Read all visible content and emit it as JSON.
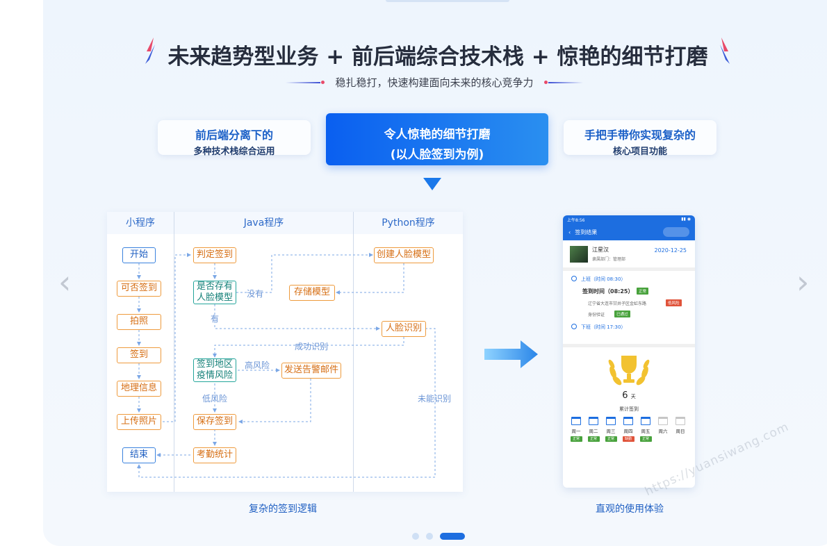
{
  "hero": {
    "headline": "未来趋势型业务 + 前后端综合技术栈 + 惊艳的细节打磨",
    "subtitle": "稳扎稳打，快速构建面向未来的核心竞争力"
  },
  "tabs": [
    {
      "line1": "前后端分离下的",
      "line2": "多种技术栈综合运用",
      "active": false
    },
    {
      "line1": "令人惊艳的细节打磨",
      "line2": "(以人脸签到为例)",
      "active": true
    },
    {
      "line1": "手把手带你实现复杂的",
      "line2": "核心项目功能",
      "active": false
    }
  ],
  "nav": {
    "prev": "‹",
    "next": "›"
  },
  "flowchart": {
    "columns": [
      "小程序",
      "Java程序",
      "Python程序"
    ],
    "miniprogram_nodes": [
      "开始",
      "可否签到",
      "拍照",
      "签到",
      "地理信息",
      "上传照片",
      "结束"
    ],
    "java_nodes": [
      "判定签到",
      "是否存有\n人脸模型",
      "存储模型",
      "签到地区\n疫情风险",
      "发送告警邮件",
      "保存签到",
      "考勤统计"
    ],
    "python_nodes": [
      "创建人脸模型",
      "人脸识别"
    ],
    "edge_labels": {
      "no": "没有",
      "yes": "有",
      "recognized": "成功识别",
      "high_risk": "高风险",
      "low_risk": "低风险",
      "unrecognized": "未能识别"
    },
    "caption": "复杂的签到逻辑"
  },
  "phone": {
    "status_left": "上午8:56",
    "status_right": "▮▮ ◉",
    "title": "签到结果",
    "user_name": "江星汉",
    "user_dept": "隶属部门：管理部",
    "date": "2020-12-25",
    "on_duty": "上班（时间 08:30）",
    "checkin_time": "签到时间（08:25）",
    "checkin_badge": "正常",
    "address": "辽宁省大连市甘井子区金虹东路",
    "address_badge": "低风险",
    "identity": "身份验证",
    "identity_badge": "已通过",
    "off_duty": "下班（时间 17:30）",
    "days_count": "6",
    "days_unit": "天",
    "days_label": "累计签到",
    "weekdays": [
      {
        "name": "周一",
        "status": "正常"
      },
      {
        "name": "周二",
        "status": "正常"
      },
      {
        "name": "周三",
        "status": "正常"
      },
      {
        "name": "周四",
        "status": "缺勤"
      },
      {
        "name": "周五",
        "status": "正常"
      },
      {
        "name": "周六",
        "status": ""
      },
      {
        "name": "周日",
        "status": ""
      }
    ],
    "caption": "直观的使用体验"
  },
  "pagination": {
    "total": 3,
    "active": 3
  },
  "watermark": "https://yuansiwang.com",
  "colors": {
    "primary": "#1d6ee0",
    "orange": "#ee9a3c",
    "teal": "#23a59b",
    "danger": "#e0533a",
    "success": "#48a23c"
  }
}
